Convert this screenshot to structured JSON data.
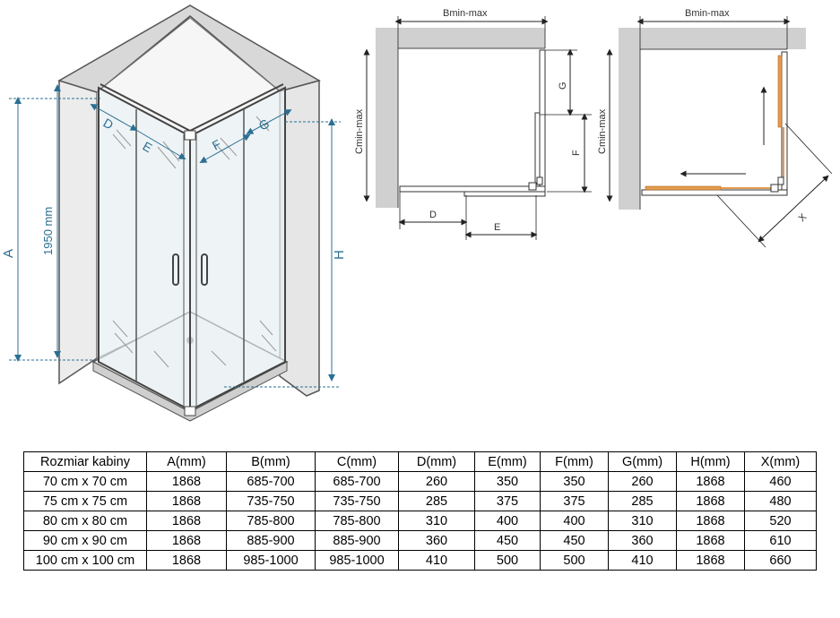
{
  "iso": {
    "labels": {
      "A": "A",
      "H": "H",
      "height": "1950 mm",
      "D": "D",
      "E": "E",
      "F": "F",
      "G": "G"
    }
  },
  "plan_left": {
    "labels": {
      "B": "Bmin-max",
      "C": "Cmin-max",
      "D": "D",
      "E": "E",
      "F": "F",
      "G": "G"
    }
  },
  "plan_right": {
    "labels": {
      "B": "Bmin-max",
      "C": "Cmin-max",
      "X": "X"
    }
  },
  "colors": {
    "dimension": "#2b6f93",
    "accent": "#e39b4e",
    "wall": "#d0d0d0"
  },
  "table": {
    "headers": [
      "Rozmiar kabiny",
      "A(mm)",
      "B(mm)",
      "C(mm)",
      "D(mm)",
      "E(mm)",
      "F(mm)",
      "G(mm)",
      "H(mm)",
      "X(mm)"
    ],
    "rows": [
      [
        "70 cm x 70 cm",
        "1868",
        "685-700",
        "685-700",
        "260",
        "350",
        "350",
        "260",
        "1868",
        "460"
      ],
      [
        "75 cm x 75 cm",
        "1868",
        "735-750",
        "735-750",
        "285",
        "375",
        "375",
        "285",
        "1868",
        "480"
      ],
      [
        "80 cm x 80 cm",
        "1868",
        "785-800",
        "785-800",
        "310",
        "400",
        "400",
        "310",
        "1868",
        "520"
      ],
      [
        "90 cm x 90 cm",
        "1868",
        "885-900",
        "885-900",
        "360",
        "450",
        "450",
        "360",
        "1868",
        "610"
      ],
      [
        "100 cm x 100 cm",
        "1868",
        "985-1000",
        "985-1000",
        "410",
        "500",
        "500",
        "410",
        "1868",
        "660"
      ]
    ]
  }
}
